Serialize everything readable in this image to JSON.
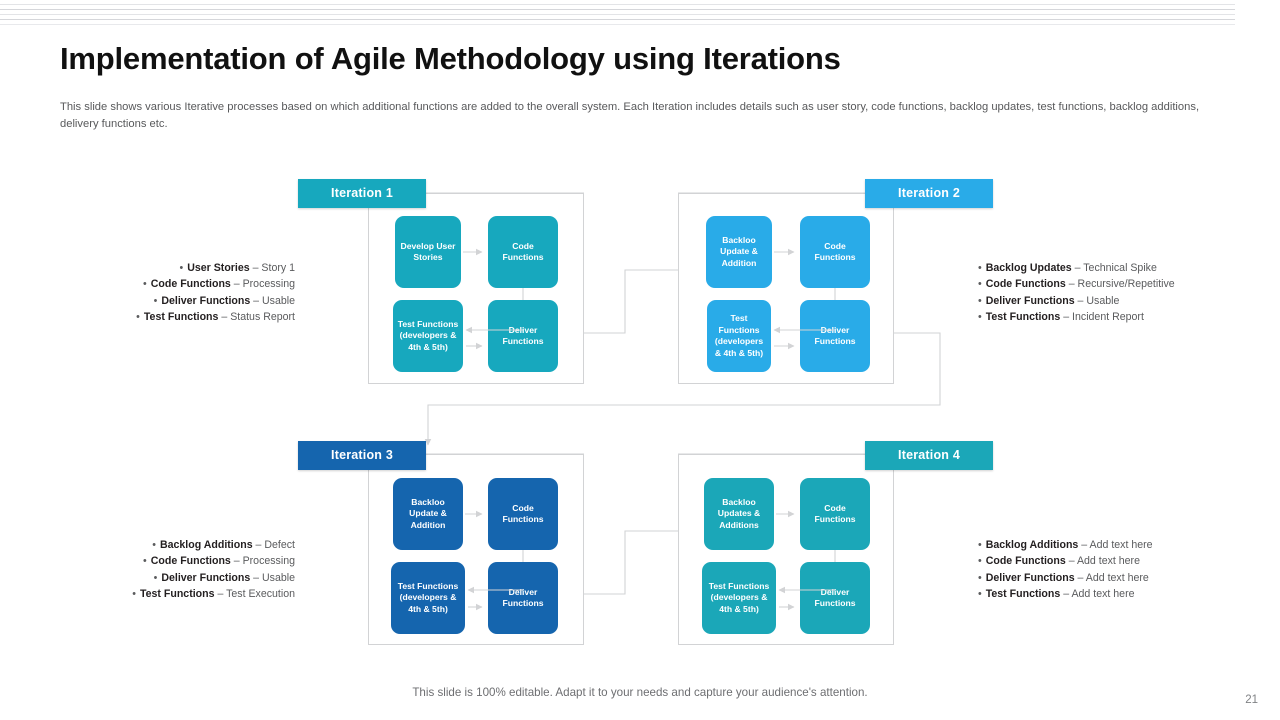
{
  "slide": {
    "title": "Implementation of Agile Methodology using Iterations",
    "subtitle": "This slide shows various Iterative processes based on which additional functions are added to the overall system. Each Iteration includes details such as user story, code functions, backlog updates, test functions, backlog additions, delivery functions etc.",
    "footer_note": "This slide is 100% editable. Adapt it to your needs and capture your audience's attention.",
    "page_number": "21"
  },
  "colors": {
    "teal": "#17A8BE",
    "light_blue": "#29ABE8",
    "navy": "#1565AE",
    "teal_alt": "#1BA7B8",
    "connector": "#d2d3d5",
    "title": "#111111",
    "body_text": "#58595b"
  },
  "iterations": [
    {
      "tab_label": "Iteration 1",
      "color_key": "teal",
      "nodes": {
        "top_left": "Develop User Stories",
        "top_right": "Code Functions",
        "bottom_left": "Test Functions (developers & 4th & 5th)",
        "bottom_right": "Deliver Functions"
      }
    },
    {
      "tab_label": "Iteration 2",
      "color_key": "light_blue",
      "nodes": {
        "top_left": "Backloo Update & Addition",
        "top_right": "Code Functions",
        "bottom_left": "Test Functions (developers & 4th & 5th)",
        "bottom_right": "Deliver Functions"
      }
    },
    {
      "tab_label": "Iteration 3",
      "color_key": "navy",
      "nodes": {
        "top_left": "Backloo Update & Addition",
        "top_right": "Code Functions",
        "bottom_left": "Test Functions (developers & 4th & 5th)",
        "bottom_right": "Deliver Functions"
      }
    },
    {
      "tab_label": "Iteration 4",
      "color_key": "teal_alt",
      "nodes": {
        "top_left": "Backloo Updates & Additions",
        "top_right": "Code Functions",
        "bottom_left": "Test Functions (developers & 4th & 5th)",
        "bottom_right": "Deliver Functions"
      }
    }
  ],
  "bullet_lists": [
    {
      "id": "iteration-1-details",
      "align": "right",
      "items": [
        {
          "term": "User Stories",
          "value": "– Story 1"
        },
        {
          "term": "Code Functions",
          "value": "–  Processing"
        },
        {
          "term": "Deliver Functions",
          "value": "– Usable"
        },
        {
          "term": "Test Functions",
          "value": "– Status Report"
        }
      ]
    },
    {
      "id": "iteration-2-details",
      "align": "left",
      "items": [
        {
          "term": "Backlog Updates",
          "value": "– Technical Spike"
        },
        {
          "term": "Code Functions",
          "value": "–  Recursive/Repetitive"
        },
        {
          "term": "Deliver Functions",
          "value": "– Usable"
        },
        {
          "term": "Test Functions",
          "value": "– Incident  Report"
        }
      ]
    },
    {
      "id": "iteration-3-details",
      "align": "right",
      "items": [
        {
          "term": "Backlog Additions",
          "value": "– Defect"
        },
        {
          "term": "Code Functions",
          "value": "–  Processing"
        },
        {
          "term": "Deliver Functions",
          "value": "– Usable"
        },
        {
          "term": "Test Functions",
          "value": "– Test Execution"
        }
      ]
    },
    {
      "id": "iteration-4-details",
      "align": "left",
      "items": [
        {
          "term": "Backlog Additions",
          "value": "– Add text here"
        },
        {
          "term": "Code Functions",
          "value": "–  Add text here"
        },
        {
          "term": "Deliver Functions",
          "value": "– Add text here"
        },
        {
          "term": "Test Functions",
          "value": "– Add text here"
        }
      ]
    }
  ]
}
